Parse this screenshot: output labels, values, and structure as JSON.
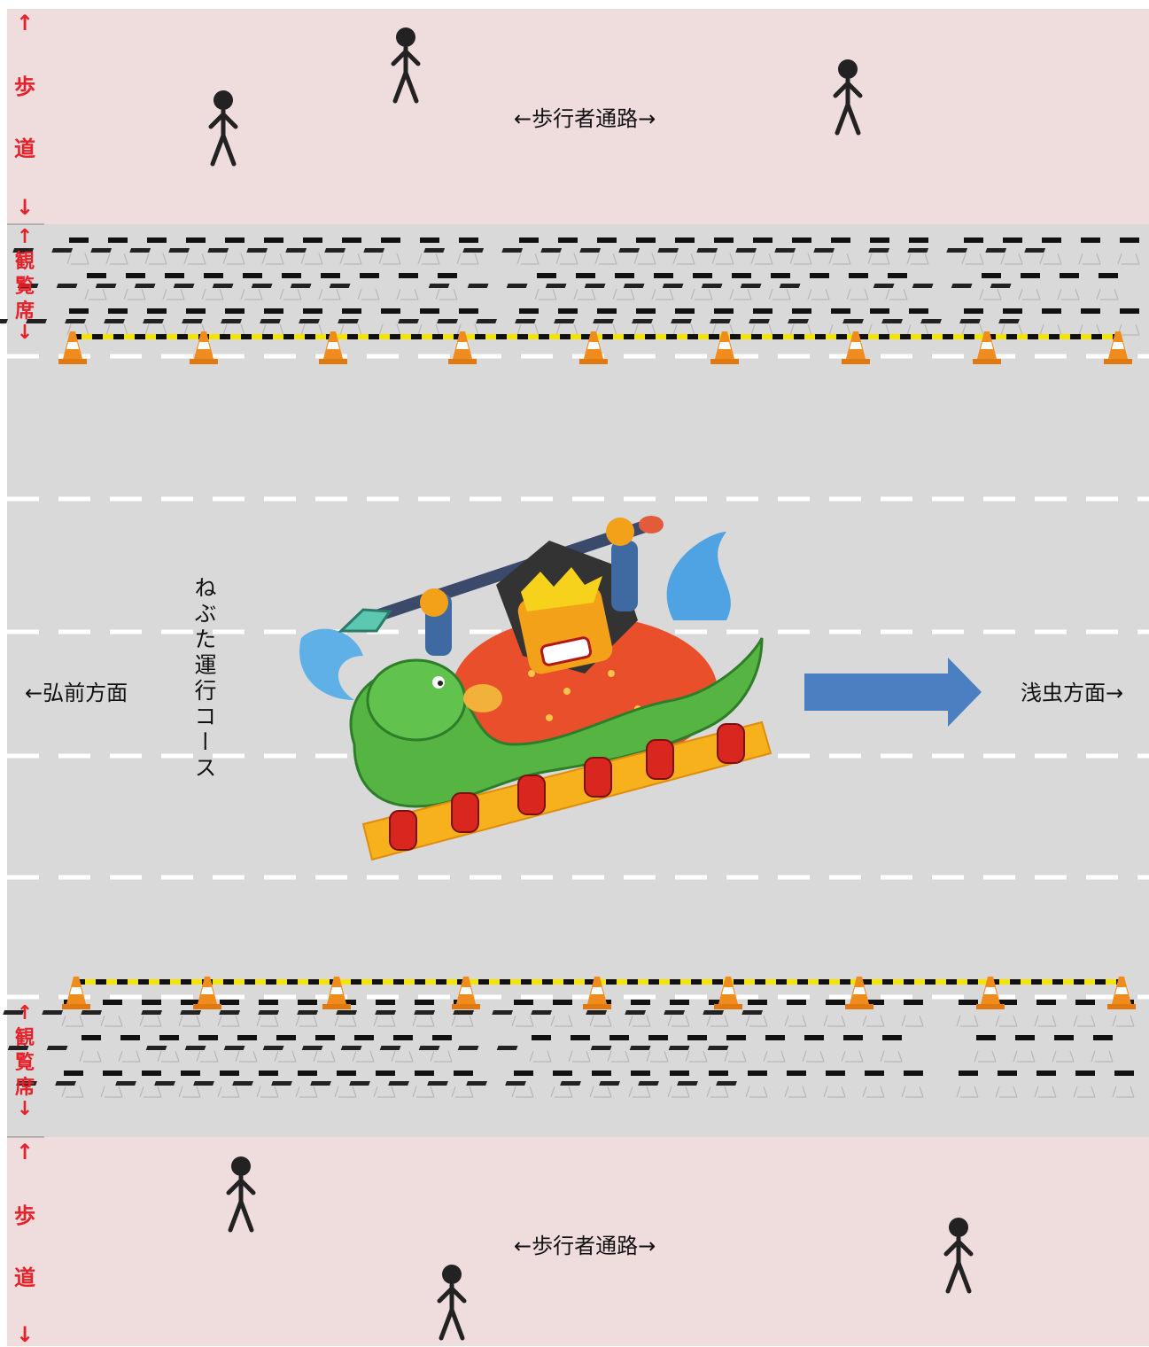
{
  "colors": {
    "sidewalk": "#efdcdd",
    "road": "#d9d9d9",
    "label_red": "#e8202a",
    "lane_marking": "#ffffff",
    "tape_yellow": "#f5e400",
    "tape_black": "#111111",
    "arrow_blue": "#4a7fc1",
    "cone_orange": "#f08c1e"
  },
  "top_sidewalk": {
    "arrow_up": "↑",
    "char1": "歩",
    "char2": "道",
    "arrow_down": "↓",
    "walkway_label": "←歩行者通路→"
  },
  "top_seating": {
    "arrow_up": "↑",
    "chars": [
      "観",
      "覧",
      "席"
    ],
    "arrow_down": "↓"
  },
  "bottom_seating": {
    "arrow_up": "↑",
    "chars": [
      "観",
      "覧",
      "席"
    ],
    "arrow_down": "↓"
  },
  "bottom_sidewalk": {
    "arrow_up": "↑",
    "char1": "歩",
    "char2": "道",
    "arrow_down": "↓",
    "walkway_label": "←歩行者通路→"
  },
  "course": {
    "vertical_label": "ねぶた運行コース",
    "west_label": "←弘前方面",
    "east_label": "浅虫方面→"
  },
  "icons": {
    "pedestrian": "pedestrian-icon",
    "traffic_cone": "traffic-cone-icon",
    "seat": "folding-chair-icon",
    "float": "nebuta-float-illustration",
    "direction_arrow": "right-arrow-icon"
  }
}
